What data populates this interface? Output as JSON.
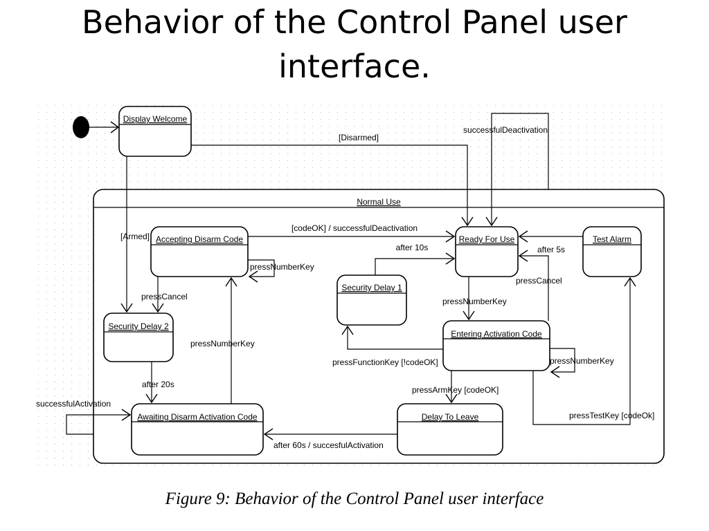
{
  "title": {
    "line1": "Behavior of the Control Panel user",
    "line2": "interface."
  },
  "caption": "Figure 9: Behavior of the Control Panel user interface",
  "diagram": {
    "composite_state": "Normal Use",
    "states": {
      "display_welcome": "Display Welcome",
      "accepting_disarm_code": "Accepting Disarm Code",
      "ready_for_use": "Ready For Use",
      "test_alarm": "Test Alarm",
      "security_delay_1": "Security Delay 1",
      "security_delay_2": "Security Delay 2",
      "entering_activation_code": "Entering Activation Code",
      "awaiting_disarm_activation_code": "Awaiting Disarm Activation Code",
      "delay_to_leave": "Delay To Leave"
    },
    "transitions": {
      "disarmed": "[Disarmed]",
      "successful_deactivation_top": "successfulDeactivation",
      "armed": "[Armed]",
      "code_ok_deactivation": "[codeOK] / successfulDeactivation",
      "press_number_key_accepting": "pressNumberKey",
      "after_10s": "after 10s",
      "after_5s": "after 5s",
      "press_cancel_ready": "pressCancel",
      "press_cancel_accepting": "pressCancel",
      "press_number_key_ready": "pressNumberKey",
      "press_number_key_awaiting": "pressNumberKey",
      "press_function_key": "pressFunctionKey [!codeOK]",
      "press_number_key_entering": "pressNumberKey",
      "after_20s": "after 20s",
      "press_arm_key": "pressArmKey [codeOK]",
      "successful_activation": "successfulActivation",
      "press_test_key": "pressTestKey [codeOk]",
      "after_60s": "after 60s / succesfulActivation"
    }
  }
}
